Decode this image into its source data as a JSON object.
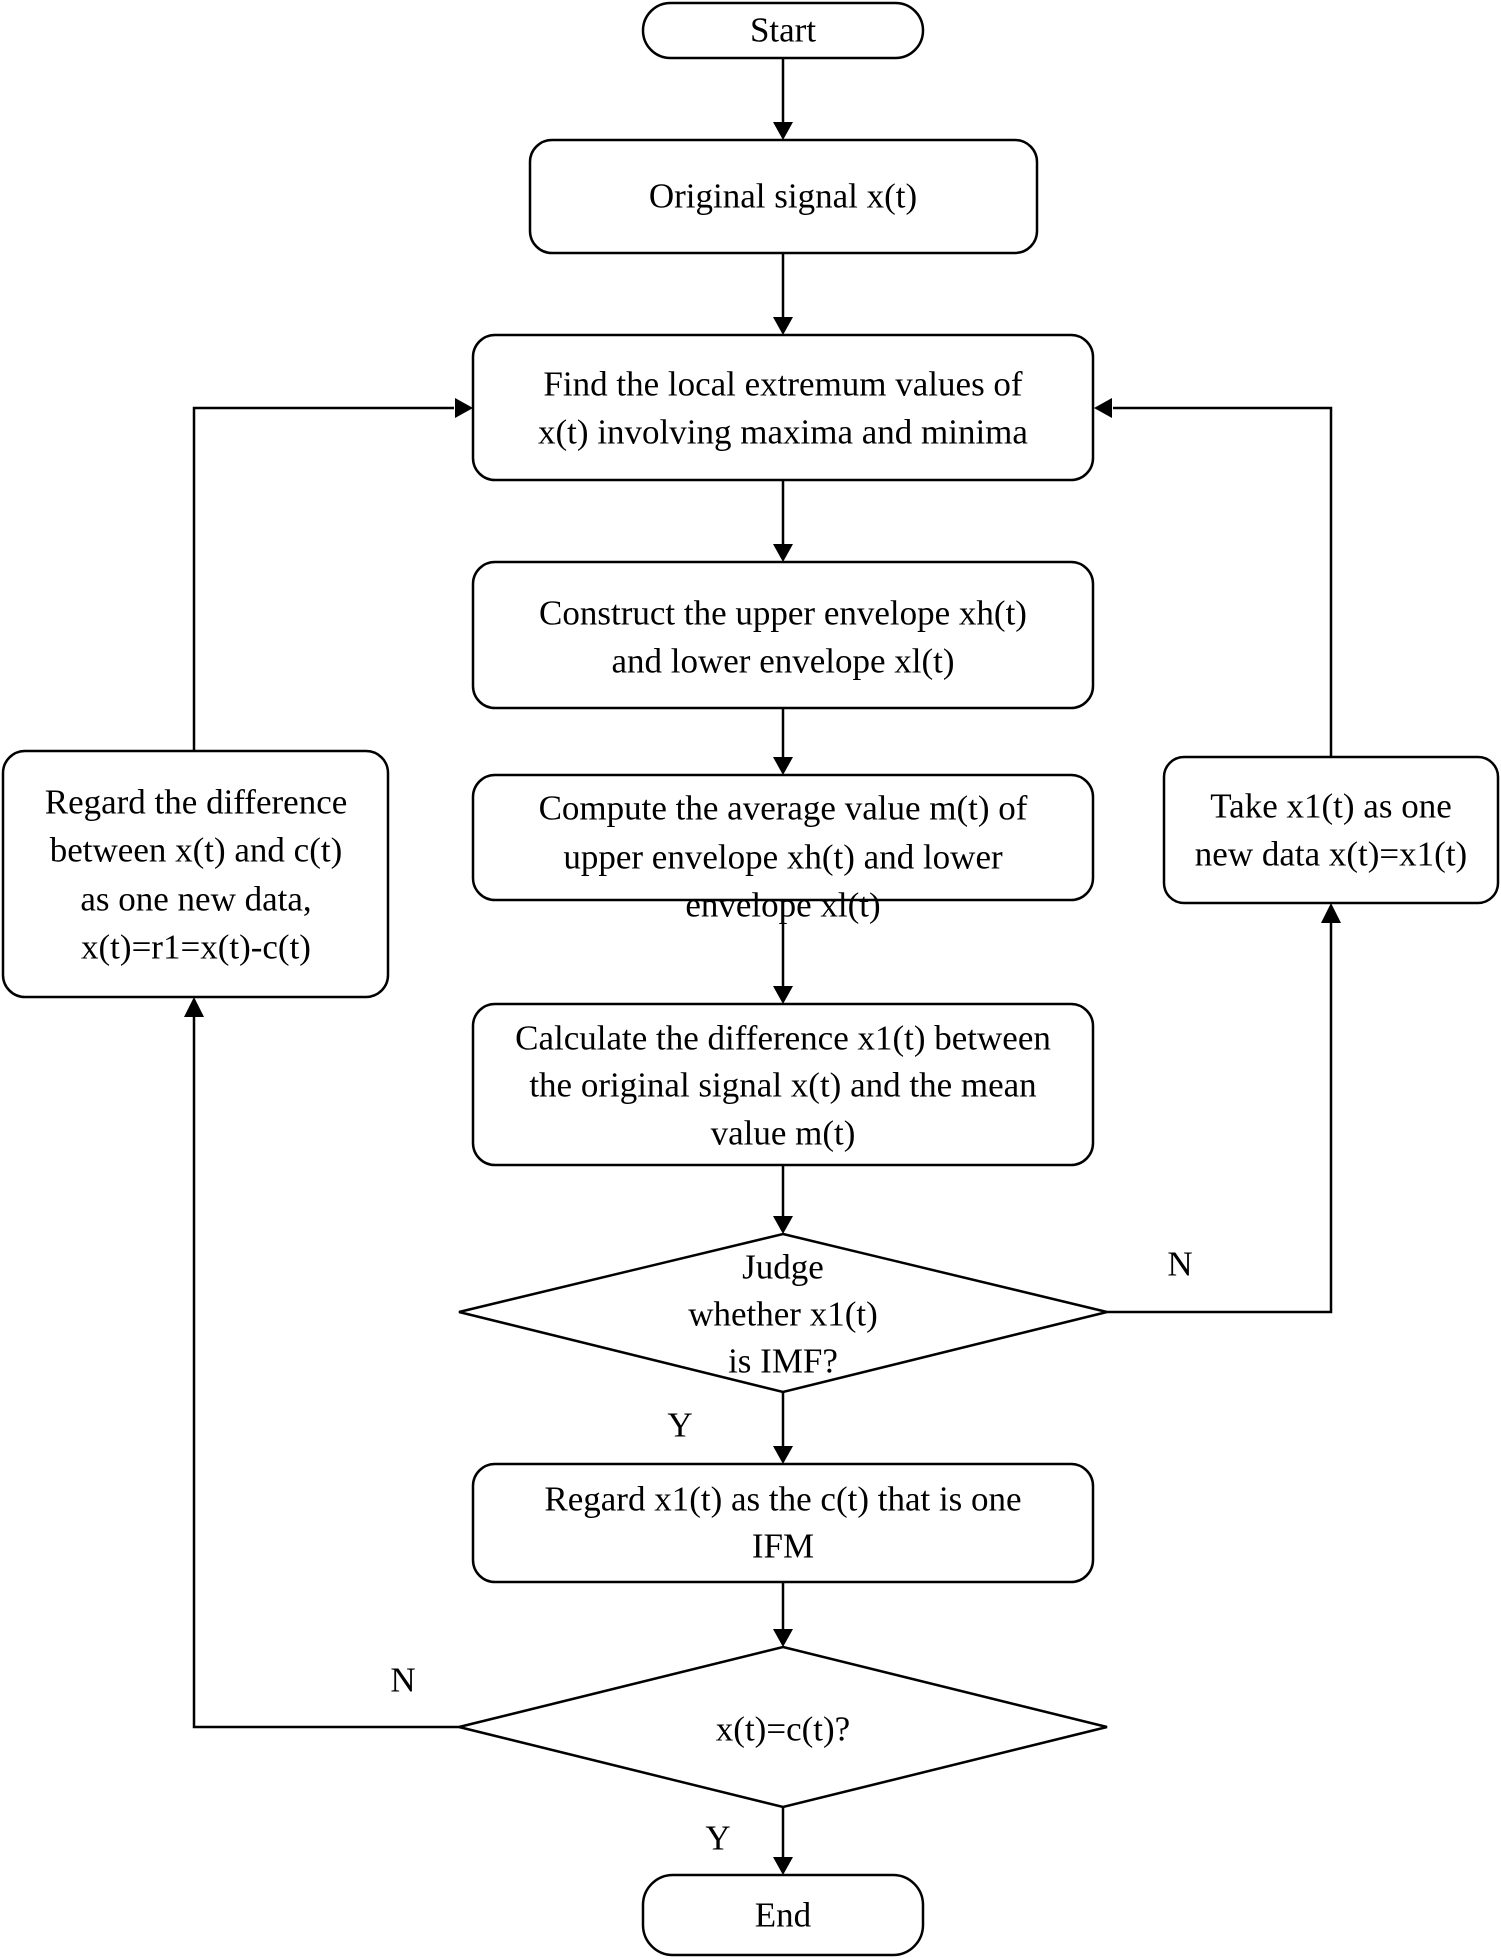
{
  "nodes": {
    "start": "Start",
    "original_signal": "Original signal x(t)",
    "find_extrema": {
      "line1": "Find the local extremum values of",
      "line2": "x(t) involving maxima and minima"
    },
    "construct_envelope": {
      "line1": "Construct the upper envelope xh(t)",
      "line2": "and lower envelope xl(t)"
    },
    "compute_mean": {
      "line1": "Compute the average value m(t) of",
      "line2": "upper envelope xh(t) and lower",
      "line3": "envelope xl(t)"
    },
    "calculate_difference": {
      "line1": "Calculate the difference x1(t) between",
      "line2": "the original signal x(t) and the mean",
      "line3": "value m(t)"
    },
    "judge_imf": {
      "line1": "Judge",
      "line2": "whether x1(t)",
      "line3": "is IMF?"
    },
    "regard_component": {
      "line1": "Regard x1(t) as the c(t) that is one",
      "line2": "IFM"
    },
    "check_equal": "x(t)=c(t)?",
    "end": "End",
    "take_new_data": {
      "line1": "Take x1(t) as one",
      "line2": "new data x(t)=x1(t)"
    },
    "regard_difference": {
      "line1": "Regard the difference",
      "line2": "between x(t) and c(t)",
      "line3": "as one new data,",
      "line4": "x(t)=r1=x(t)-c(t)"
    }
  },
  "edge_labels": {
    "judge_no": "N",
    "judge_yes": "Y",
    "check_no": "N",
    "check_yes": "Y"
  }
}
